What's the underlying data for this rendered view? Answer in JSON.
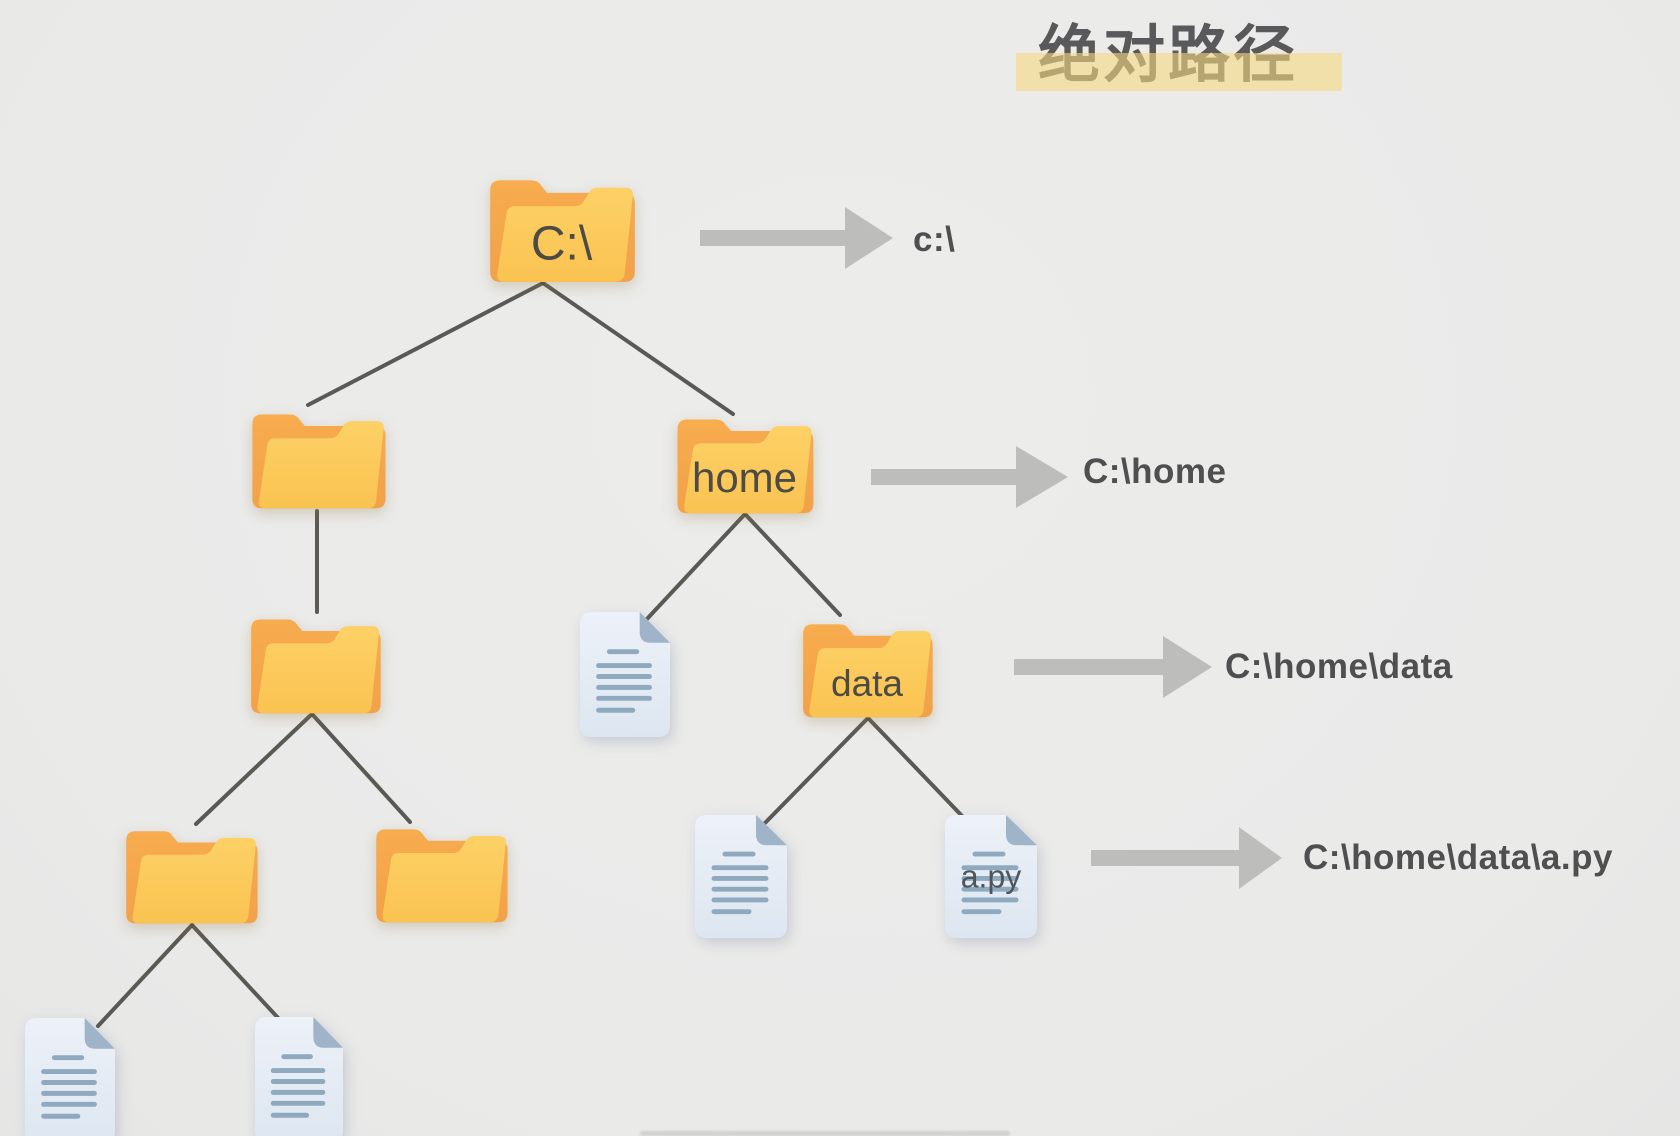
{
  "title": {
    "text": "绝对路径"
  },
  "colors": {
    "background": "#EAEAE9",
    "folder_back": "#F5A84C",
    "folder_front_top": "#FDD166",
    "folder_front_bottom": "#FAC351",
    "doc_body_top": "#EDF1F8",
    "doc_body_bottom": "#DDE6F1",
    "doc_fold": "#9FB4C8",
    "doc_line": "#8FA9BF",
    "arrow": "#BDBDBB",
    "connector": "#46443F",
    "path_text": "#4F4F51",
    "label_text": "#4D4B45",
    "title_text": "#59595B",
    "highlight": "rgba(245,216,126,0.60)"
  },
  "tree": {
    "root": {
      "type": "folder",
      "label": "C:\\"
    },
    "level2_left": {
      "type": "folder",
      "label": ""
    },
    "home": {
      "type": "folder",
      "label": "home"
    },
    "level3_left": {
      "type": "folder",
      "label": ""
    },
    "home_file": {
      "type": "document",
      "label": ""
    },
    "data": {
      "type": "folder",
      "label": "data"
    },
    "level4_left": {
      "type": "folder",
      "label": ""
    },
    "level4_right": {
      "type": "folder",
      "label": ""
    },
    "data_file": {
      "type": "document",
      "label": ""
    },
    "apy_file": {
      "type": "document",
      "label": "a.py"
    },
    "bottom_file_left": {
      "type": "document",
      "label": ""
    },
    "bottom_file_right": {
      "type": "document",
      "label": ""
    }
  },
  "path_annotations": [
    {
      "label": "c:\\"
    },
    {
      "label": "C:\\home"
    },
    {
      "label": "C:\\home\\data"
    },
    {
      "label": "C:\\home\\data\\a.py"
    }
  ]
}
